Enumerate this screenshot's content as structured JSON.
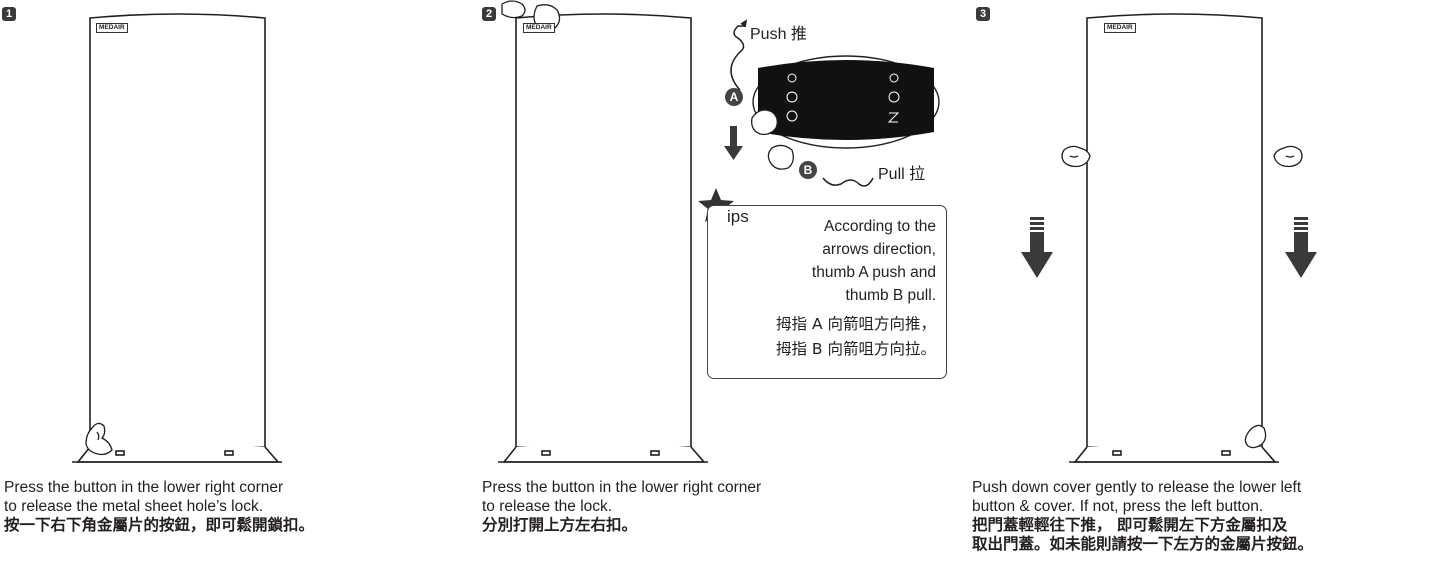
{
  "steps": [
    {
      "number": "1",
      "caption_lines": [
        "Press the button in the lower right corner",
        "to release the metal sheet hole’s lock."
      ],
      "caption_cn": "按一下右下角金屬片的按鈕，即可鬆開鎖扣。"
    },
    {
      "number": "2",
      "caption_lines": [
        "Press the button in the lower right corner",
        "to release the lock."
      ],
      "caption_cn": "分別打開上方左右扣。"
    },
    {
      "number": "3",
      "caption_lines": [
        "Push down cover gently to release the lower left",
        "button & cover. If not, press the left button."
      ],
      "caption_cn_lines": [
        "把門蓋輕輕往下推， 即可鬆開左下方金屬扣及",
        "取出門蓋。如未能則請按一下左方的金屬片按鈕。"
      ]
    }
  ],
  "brand_logo": "MEDAIR",
  "detail": {
    "push_label": "Push 推",
    "pull_label": "Pull 拉",
    "marker_a": "A",
    "marker_b": "B"
  },
  "tips": {
    "heading": "ips",
    "lines": [
      "According to the",
      "arrows direction,",
      "thumb A push and",
      "thumb B pull."
    ],
    "lines_cn": [
      "拇指 A 向箭咀方向推，",
      "拇指 B 向箭咀方向拉。"
    ]
  }
}
